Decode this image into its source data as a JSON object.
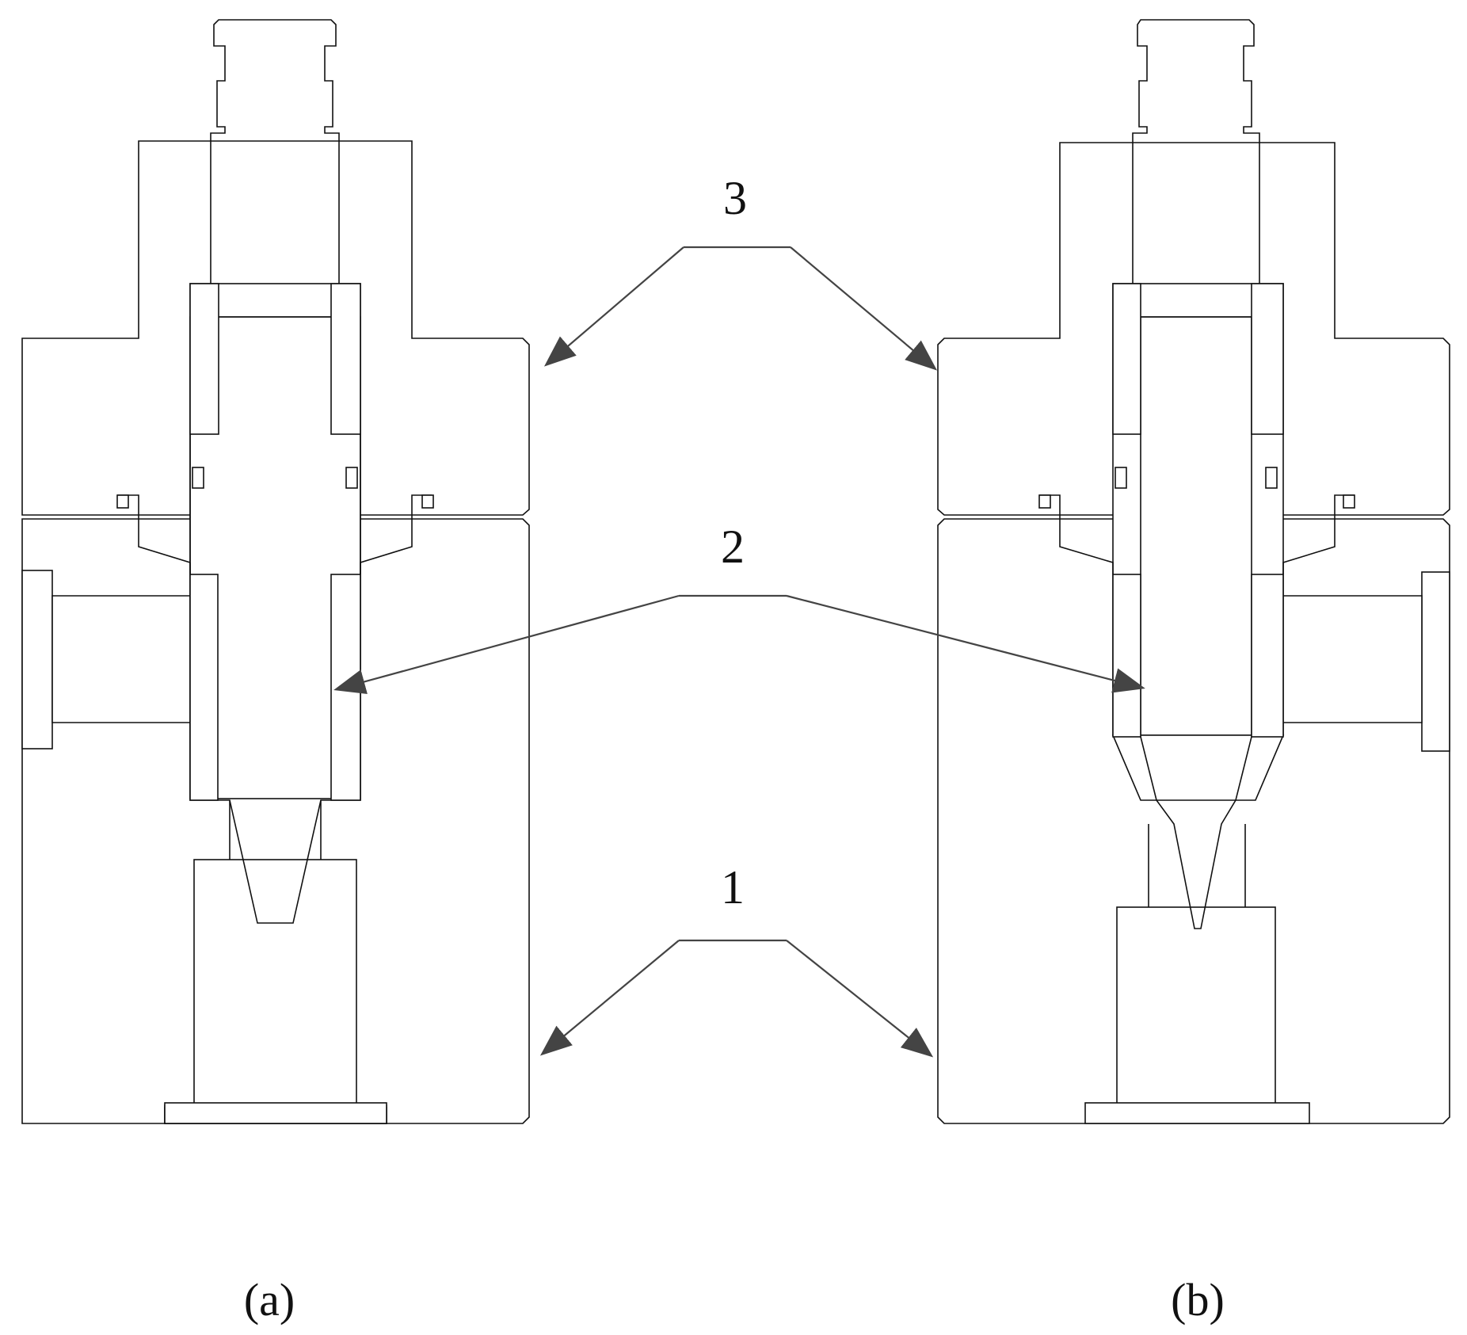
{
  "figure": {
    "panels": [
      {
        "id": "a",
        "caption": "(a)"
      },
      {
        "id": "b",
        "caption": "(b)"
      }
    ],
    "callouts": [
      {
        "label": "3"
      },
      {
        "label": "2"
      },
      {
        "label": "1"
      }
    ],
    "colors": {
      "line": "#111111",
      "leader": "#444444",
      "background": "#ffffff"
    }
  }
}
